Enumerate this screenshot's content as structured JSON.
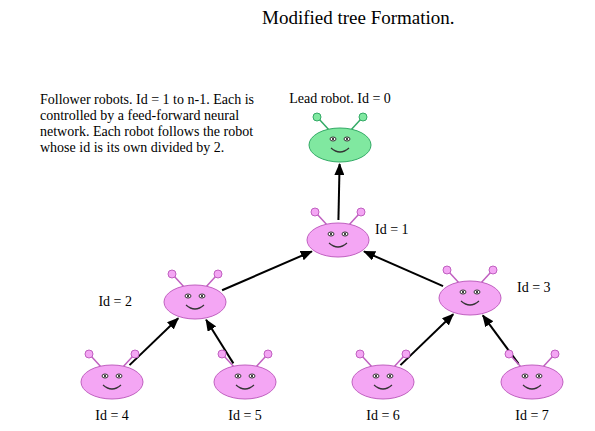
{
  "diagram": {
    "title": "Modified tree Formation.",
    "nodes": [
      {
        "text": [
          "Lead robot. Id = 0"
        ]
      },
      {
        "text": [
          "Id = 1"
        ]
      },
      {
        "text": [
          "Id = 2"
        ]
      },
      {
        "text": [
          "Id = 3"
        ]
      },
      {
        "text": [
          "Id = 4"
        ]
      },
      {
        "text": [
          "Id = 5"
        ]
      },
      {
        "text": [
          "Id = 6"
        ]
      },
      {
        "text": [
          "Id = 7"
        ]
      }
    ],
    "edges": [
      {
        "from": 1,
        "to": 0,
        "arrow": "to"
      },
      {
        "from": 2,
        "to": 1,
        "arrow": "to"
      },
      {
        "from": 3,
        "to": 1,
        "arrow": "to"
      },
      {
        "from": 4,
        "to": 2,
        "arrow": "to"
      },
      {
        "from": 5,
        "to": 2,
        "arrow": "to"
      },
      {
        "from": 6,
        "to": 3,
        "arrow": "to"
      },
      {
        "from": 7,
        "to": 3,
        "arrow": "to"
      }
    ],
    "labels": [
      "Follower robots. Id = 1 to n-1. Each is controlled by a feed-forward neural network. Each robot follows the robot whose id is its own divided by 2."
    ]
  }
}
